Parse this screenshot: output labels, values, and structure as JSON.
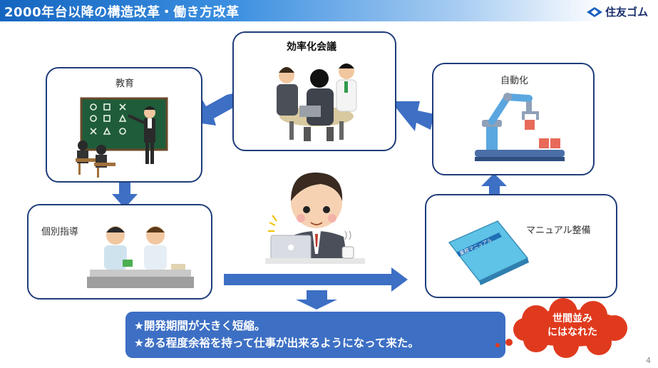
{
  "header": {
    "title": "2000年台以降の構造改革・働き方改革"
  },
  "brand": {
    "name": "住友ゴム"
  },
  "boxes": {
    "meeting": "効率化会議",
    "education": "教育",
    "automation": "自動化",
    "individual": "個別指導",
    "manual": "マニュアル整備"
  },
  "manual_cover": {
    "title": "業務マニュアル"
  },
  "message": {
    "line1": "★開発期間が大きく短縮。",
    "line2": "★ある程度余裕を持って仕事が出来るようになって来た。"
  },
  "cloud": {
    "line1": "世間並み",
    "line2": "にはなれた"
  },
  "page_number": "4",
  "colors": {
    "arrow": "#3d6fc4",
    "box_border": "#1f3d7a",
    "cloud": "#e03a1e",
    "header": "#1565c0"
  }
}
